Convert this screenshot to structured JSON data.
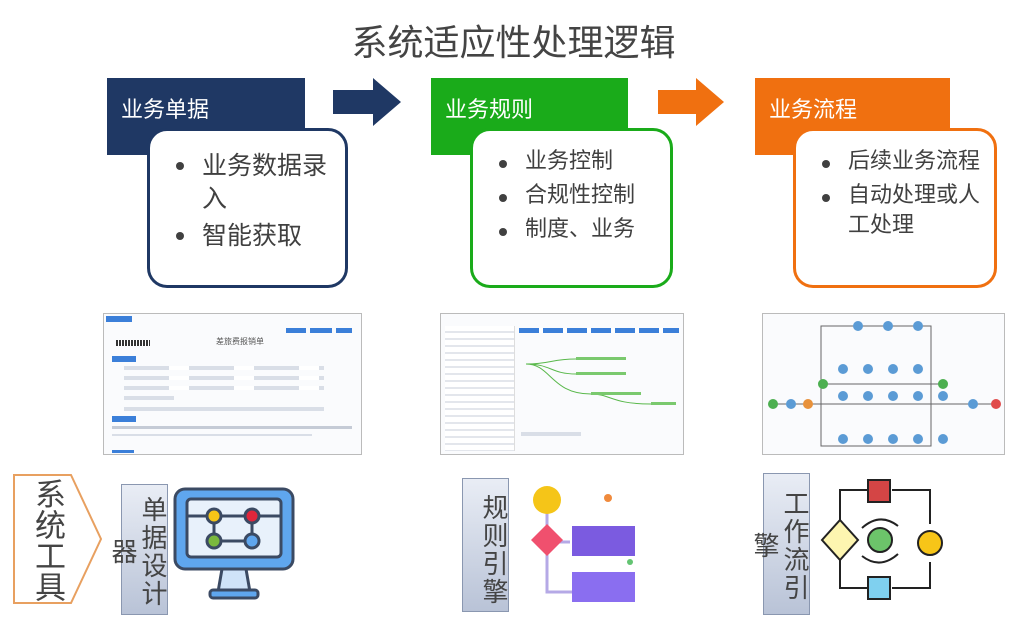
{
  "title": "系统适应性处理逻辑",
  "stages": [
    {
      "label": "业务单据",
      "color": "#1f3864",
      "bullets": [
        "业务数据录入",
        "智能获取"
      ]
    },
    {
      "label": "业务规则",
      "color": "#1aab1a",
      "bullets": [
        "业务控制",
        "合规性控制",
        "制度、业务"
      ]
    },
    {
      "label": "业务流程",
      "color": "#f07010",
      "bullets": [
        "后续业务流程",
        "自动处理或人工处理"
      ]
    }
  ],
  "screenshot1": {
    "form_title": "差旅费报销单"
  },
  "tools": {
    "section_label": "系统工具",
    "items": [
      {
        "label": "单据设计器"
      },
      {
        "label": "规则引擎"
      },
      {
        "label": "工作流引擎"
      }
    ]
  }
}
